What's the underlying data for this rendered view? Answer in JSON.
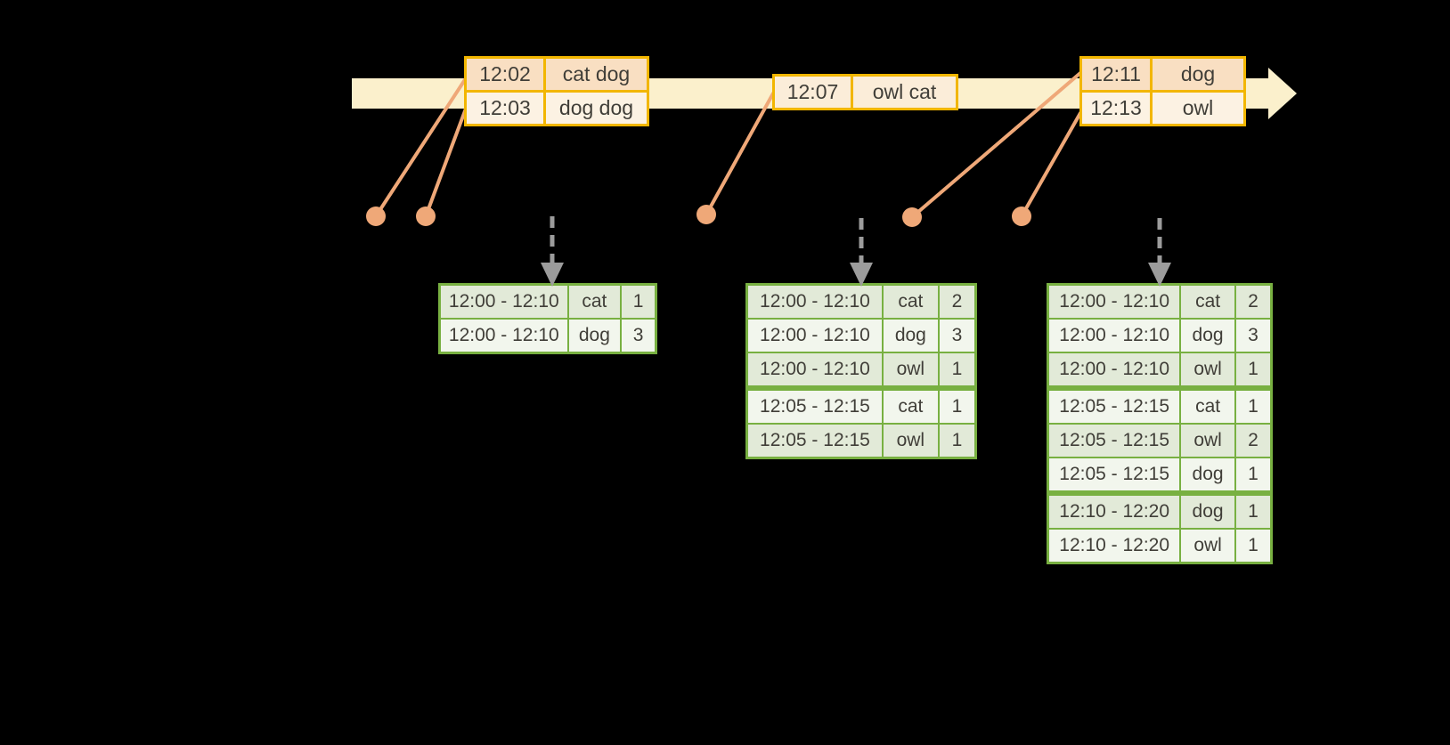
{
  "colors": {
    "background": "#000000",
    "timeline_fill": "#FBF0CC",
    "event_border": "#F2B600",
    "event_row_odd": "#F9DFC2",
    "event_row_even": "#FCF2E3",
    "event_row_single": "#FBEDD9",
    "marker": "#EFA878",
    "dashed_arrow": "#9C9C9C",
    "result_border": "#78B041",
    "result_row_odd": "#E2EAD8",
    "result_row_even": "#F2F6ED",
    "text": "#403E38"
  },
  "event_tables": [
    {
      "rows": [
        {
          "time": "12:02",
          "words": "cat dog"
        },
        {
          "time": "12:03",
          "words": "dog dog"
        }
      ]
    },
    {
      "rows": [
        {
          "time": "12:07",
          "words": "owl cat"
        }
      ]
    },
    {
      "rows": [
        {
          "time": "12:11",
          "words": "dog"
        },
        {
          "time": "12:13",
          "words": "owl"
        }
      ]
    }
  ],
  "result_tables": [
    {
      "groups": [
        {
          "rows": [
            {
              "window": "12:00 - 12:10",
              "word": "cat",
              "count": "1"
            },
            {
              "window": "12:00 - 12:10",
              "word": "dog",
              "count": "3"
            }
          ]
        }
      ]
    },
    {
      "groups": [
        {
          "rows": [
            {
              "window": "12:00 - 12:10",
              "word": "cat",
              "count": "2"
            },
            {
              "window": "12:00 - 12:10",
              "word": "dog",
              "count": "3"
            },
            {
              "window": "12:00 - 12:10",
              "word": "owl",
              "count": "1"
            }
          ]
        },
        {
          "rows": [
            {
              "window": "12:05 - 12:15",
              "word": "cat",
              "count": "1"
            },
            {
              "window": "12:05 - 12:15",
              "word": "owl",
              "count": "1"
            }
          ]
        }
      ]
    },
    {
      "groups": [
        {
          "rows": [
            {
              "window": "12:00 - 12:10",
              "word": "cat",
              "count": "2"
            },
            {
              "window": "12:00 - 12:10",
              "word": "dog",
              "count": "3"
            },
            {
              "window": "12:00 - 12:10",
              "word": "owl",
              "count": "1"
            }
          ]
        },
        {
          "rows": [
            {
              "window": "12:05 - 12:15",
              "word": "cat",
              "count": "1"
            },
            {
              "window": "12:05 - 12:15",
              "word": "owl",
              "count": "2"
            },
            {
              "window": "12:05 - 12:15",
              "word": "dog",
              "count": "1"
            }
          ]
        },
        {
          "rows": [
            {
              "window": "12:10 - 12:20",
              "word": "dog",
              "count": "1"
            },
            {
              "window": "12:10 - 12:20",
              "word": "owl",
              "count": "1"
            }
          ]
        }
      ]
    }
  ]
}
